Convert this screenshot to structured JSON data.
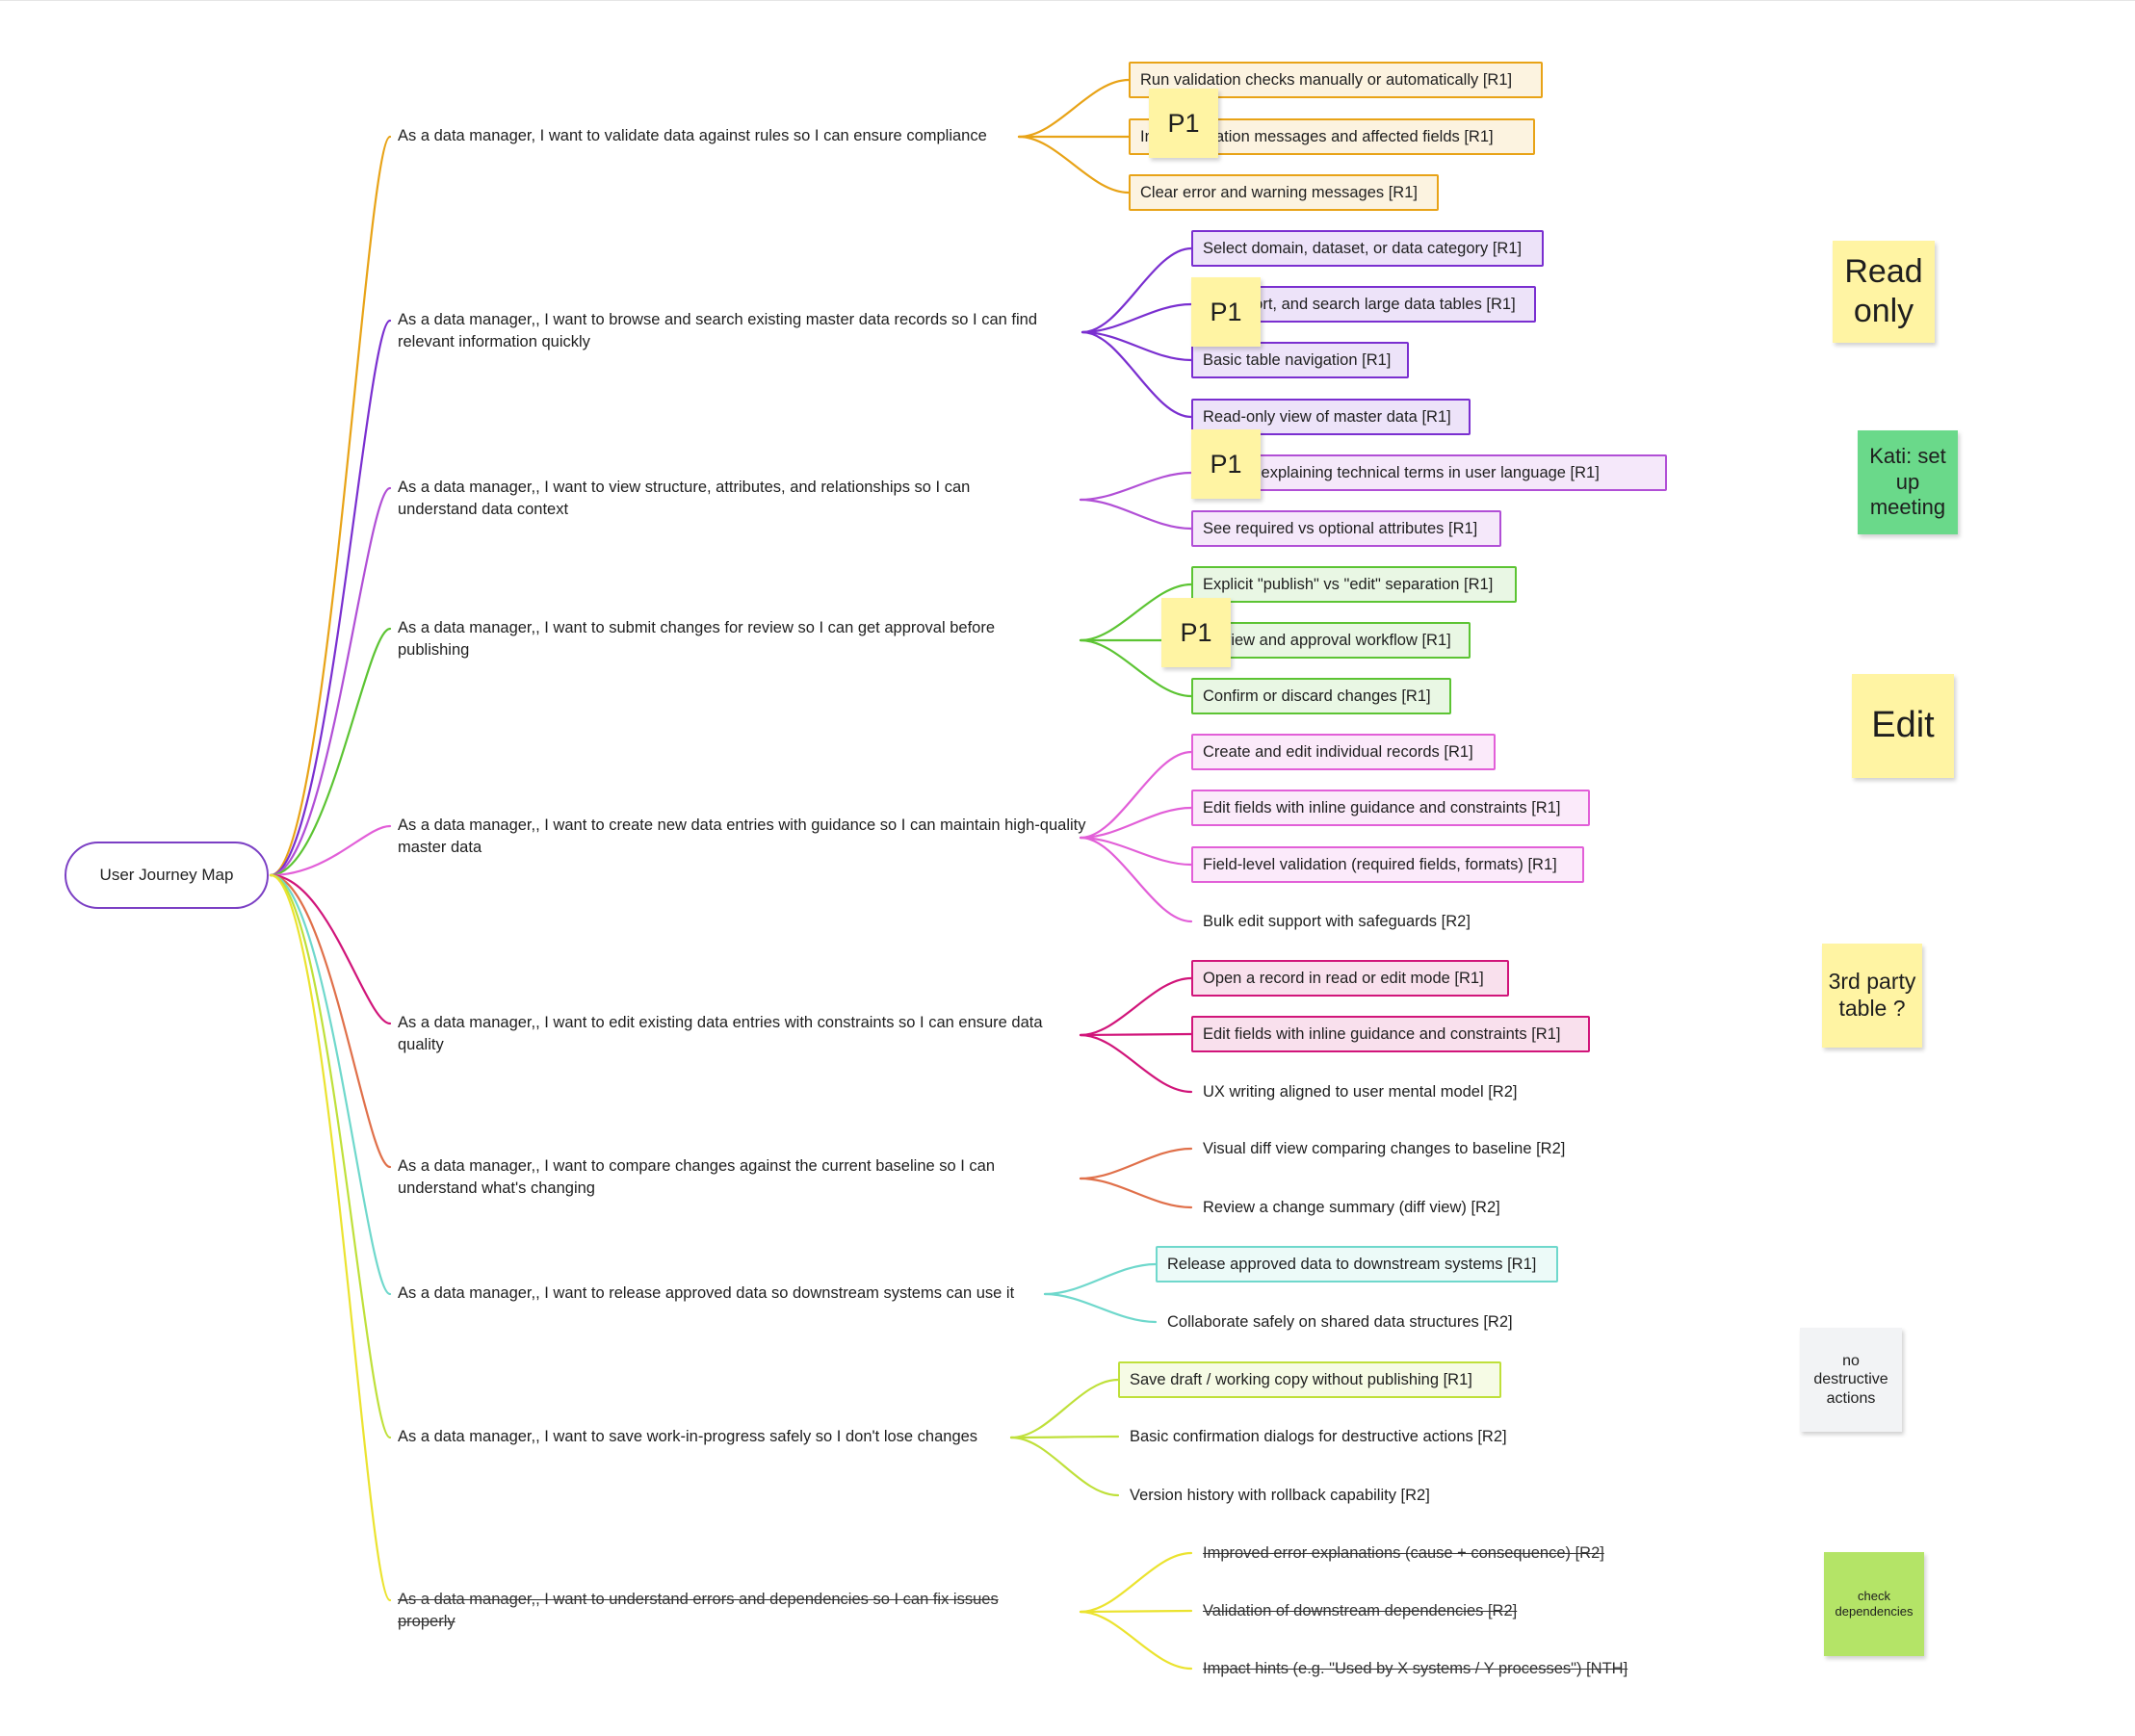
{
  "colors": {
    "orange": "#e8a317",
    "purple": "#7a2fd0",
    "violet": "#b14fd6",
    "green": "#5cc433",
    "pink": "#e25fd8",
    "magenta": "#d1157a",
    "coral": "#e0704a",
    "teal": "#6fd8cc",
    "lime": "#bfe03a",
    "yellow": "#ebe32f",
    "sticky_yellow": "#fff4a3",
    "sticky_green": "#6ad98a",
    "sticky_gray": "#f2f3f5",
    "sticky_lime": "#b4e467"
  },
  "root": {
    "label": "User Journey Map"
  },
  "stories": [
    {
      "text": "As a data manager, I want to validate data against rules so I can ensure compliance",
      "color": "orange",
      "items": [
        {
          "text": "Run validation checks manually or automatically [R1]",
          "boxed": true
        },
        {
          "text": "Inline validation messages and affected fields [R1]",
          "boxed": true
        },
        {
          "text": "Clear error and warning messages [R1]",
          "boxed": true
        }
      ]
    },
    {
      "text": "As a data manager,, I want to browse and search existing master data records so I can find relevant information quickly",
      "color": "purple",
      "items": [
        {
          "text": "Select domain, dataset, or data category [R1]",
          "boxed": true
        },
        {
          "text": "Filter, sort, and search large data tables [R1]",
          "boxed": true
        },
        {
          "text": "Basic table navigation [R1]",
          "boxed": true
        },
        {
          "text": "Read-only view of master data [R1]",
          "boxed": true
        }
      ]
    },
    {
      "text": "As a data manager,, I want to view structure, attributes, and relationships so I can understand data context",
      "color": "violet",
      "items": [
        {
          "text": "Tooltips explaining technical terms in user language [R1]",
          "boxed": true
        },
        {
          "text": "See required vs optional attributes [R1]",
          "boxed": true
        }
      ]
    },
    {
      "text": "As a data manager,, I want to submit changes for review so I can get approval before publishing",
      "color": "green",
      "items": [
        {
          "text": "Explicit \"publish\" vs \"edit\" separation [R1]",
          "boxed": true
        },
        {
          "text": "Review and approval workflow [R1]",
          "boxed": true
        },
        {
          "text": "Confirm or discard changes [R1]",
          "boxed": true
        }
      ]
    },
    {
      "text": "As a data manager,, I want to create new data entries with guidance so I can maintain high-quality master data",
      "color": "pink",
      "items": [
        {
          "text": "Create and edit individual records [R1]",
          "boxed": true
        },
        {
          "text": "Edit fields with inline guidance and constraints [R1]",
          "boxed": true
        },
        {
          "text": "Field-level validation (required fields, formats) [R1]",
          "boxed": true
        },
        {
          "text": "Bulk edit support with safeguards [R2]",
          "boxed": false
        }
      ]
    },
    {
      "text": "As a data manager,, I want to edit existing data entries with constraints so I can ensure data quality",
      "color": "magenta",
      "items": [
        {
          "text": "Open a record in read or edit mode [R1]",
          "boxed": true
        },
        {
          "text": "Edit fields with inline guidance and constraints [R1]",
          "boxed": true
        },
        {
          "text": "UX writing aligned to user mental model [R2]",
          "boxed": false
        }
      ]
    },
    {
      "text": "As a data manager,, I want to compare changes against the current baseline so I can understand what's changing",
      "color": "coral",
      "items": [
        {
          "text": "Visual diff view comparing changes to baseline [R2]",
          "boxed": false
        },
        {
          "text": "Review a change summary (diff view) [R2]",
          "boxed": false
        }
      ]
    },
    {
      "text": "As a data manager,, I want to release approved data so downstream systems can use it",
      "color": "teal",
      "items": [
        {
          "text": "Release approved data to downstream systems [R1]",
          "boxed": true
        },
        {
          "text": "Collaborate safely on shared data structures [R2]",
          "boxed": false
        }
      ]
    },
    {
      "text": "As a data manager,, I want to save work-in-progress safely so I don't lose changes",
      "color": "lime",
      "items": [
        {
          "text": "Save draft / working copy without publishing [R1]",
          "boxed": true
        },
        {
          "text": "Basic confirmation dialogs for destructive actions [R2]",
          "boxed": false
        },
        {
          "text": "Version history with rollback capability [R2]",
          "boxed": false
        }
      ]
    },
    {
      "text": "As a data manager,, I want to understand errors and dependencies so I can fix issues properly",
      "color": "yellow",
      "struck": true,
      "items": [
        {
          "text": "Improved error explanations (cause + consequence) [R2]",
          "boxed": false,
          "struck": true
        },
        {
          "text": "Validation of downstream dependencies [R2]",
          "boxed": false,
          "struck": true
        },
        {
          "text": "Impact hints (e.g. \"Used by X systems / Y processes\") [NTH]",
          "boxed": false,
          "struck": true
        }
      ]
    }
  ],
  "priority_stickies": [
    "P1",
    "P1",
    "P1",
    "P1"
  ],
  "note_stickies": [
    {
      "text": "Read only",
      "color": "sticky_yellow"
    },
    {
      "text": "Kati: set up meeting",
      "color": "sticky_green"
    },
    {
      "text": "Edit",
      "color": "sticky_yellow"
    },
    {
      "text": "3rd party table ?",
      "color": "sticky_yellow"
    },
    {
      "text": "no destructive actions",
      "color": "sticky_gray"
    },
    {
      "text": "check dependencies",
      "color": "sticky_lime"
    }
  ]
}
